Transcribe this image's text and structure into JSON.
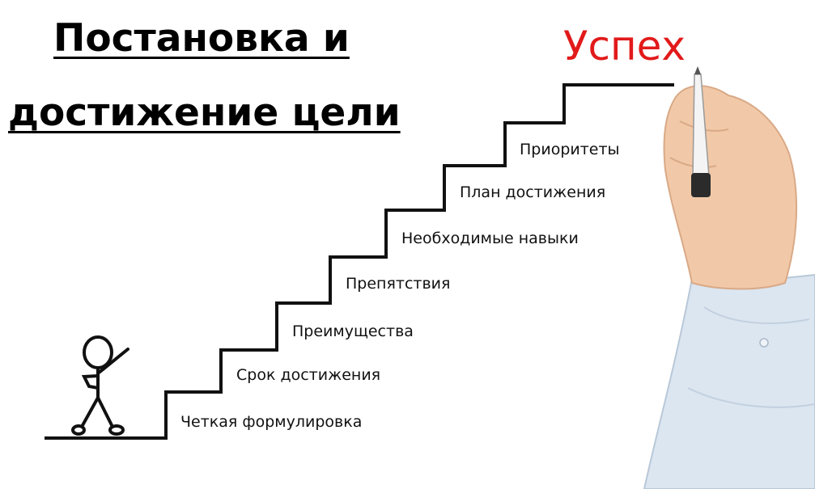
{
  "title": {
    "line1": "Постановка и",
    "line2": "достижение цели"
  },
  "goal_label": "Успех",
  "steps": [
    "Четкая формулировка",
    "Срок достижения",
    "Преимущества",
    "Препятствия",
    "Необходимые навыки",
    "План достижения",
    "Приоритеты"
  ],
  "colors": {
    "goal": "#e21a1a",
    "line": "#111111",
    "sleeve": "#dbe6f1",
    "skin": "#f1c9a8"
  }
}
